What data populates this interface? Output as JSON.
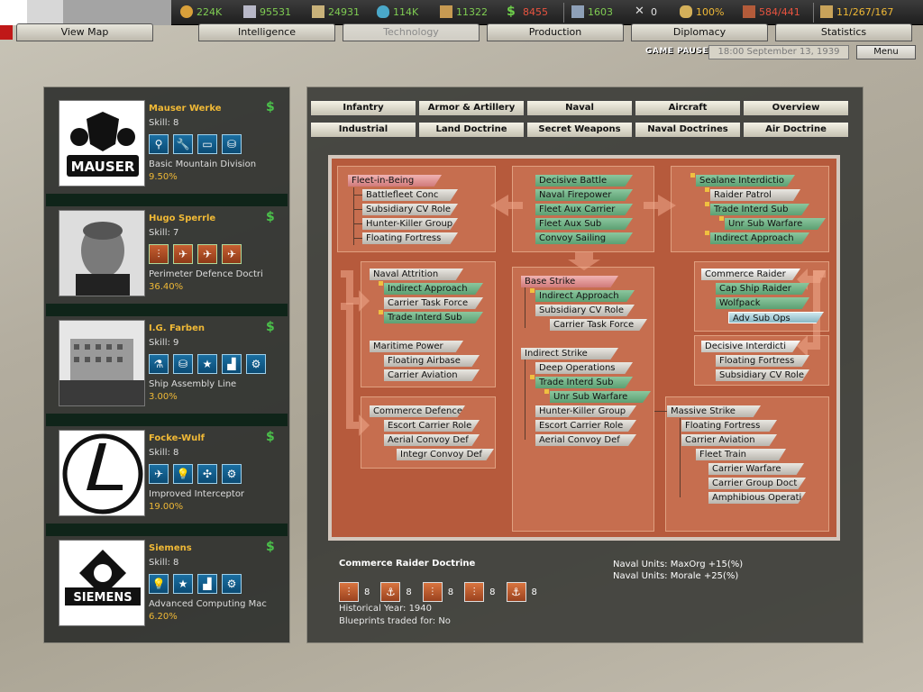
{
  "resources": [
    {
      "icon": "energy-icon",
      "value": "224K",
      "cls": "g"
    },
    {
      "icon": "metal-icon",
      "value": "95531",
      "cls": "g"
    },
    {
      "icon": "rare-materials-icon",
      "value": "24931",
      "cls": "g"
    },
    {
      "icon": "oil-icon",
      "value": "114K",
      "cls": "g"
    },
    {
      "icon": "supplies-icon",
      "value": "11322",
      "cls": "g"
    },
    {
      "icon": "money-icon",
      "value": "8455",
      "cls": "r"
    },
    {
      "icon": "manpower-icon",
      "value": "1603",
      "cls": "g"
    },
    {
      "icon": "transports-icon",
      "value": "0",
      "cls": "w"
    },
    {
      "icon": "dissent-icon",
      "value": "100%",
      "cls": "y"
    },
    {
      "icon": "ic-icon",
      "value": "584/441",
      "cls": "r"
    },
    {
      "icon": "escorts-icon",
      "value": "11/267/167",
      "cls": "y"
    }
  ],
  "main_tabs": [
    "View Map",
    "Intelligence",
    "Technology",
    "Production",
    "Diplomacy",
    "Statistics"
  ],
  "status": {
    "paused": "GAME PAUSED",
    "date": "18:00 September 13, 1939",
    "menu": "Menu"
  },
  "teams": [
    {
      "name": "Mauser Werke",
      "skill": "Skill: 8",
      "project": "Basic Mountain Division",
      "pct": "9.50%",
      "logo": "MAUSER"
    },
    {
      "name": "Hugo Sperrle",
      "skill": "Skill: 7",
      "project": "Perimeter Defence Doctri",
      "pct": "36.40%",
      "logo": ""
    },
    {
      "name": "I.G. Farben",
      "skill": "Skill: 9",
      "project": "Ship Assembly Line",
      "pct": "3.00%",
      "logo": ""
    },
    {
      "name": "Focke-Wulf",
      "skill": "Skill: 8",
      "project": "Improved Interceptor",
      "pct": "19.00%",
      "logo": ""
    },
    {
      "name": "Siemens",
      "skill": "Skill: 8",
      "project": "Advanced Computing Mac",
      "pct": "6.20%",
      "logo": "SIEMENS"
    }
  ],
  "subtabs_row1": [
    "Infantry",
    "Armor & Artillery",
    "Naval",
    "Aircraft",
    "Overview"
  ],
  "subtabs_row2": [
    "Industrial",
    "Land Doctrine",
    "Secret Weapons",
    "Naval Doctrines",
    "Air Doctrine"
  ],
  "tree": {
    "fleet_in_being": [
      "Fleet-in-Being",
      "Battlefleet Conc",
      "Subsidiary CV Role",
      "Hunter-Killer Group",
      "Floating Fortress"
    ],
    "decisive_battle": [
      "Decisive Battle",
      "Naval Firepower",
      "Fleet Aux Carrier",
      "Fleet Aux Sub",
      "Convoy Sailing"
    ],
    "sealane": [
      "Sealane Interdictio",
      "Raider Patrol",
      "Trade Interd Sub",
      "Unr Sub Warfare",
      "Indirect Approach"
    ],
    "naval_attrition": [
      "Naval Attrition",
      "Indirect Approach",
      "Carrier Task Force",
      "Trade Interd Sub"
    ],
    "maritime_power": [
      "Maritime Power",
      "Floating Airbase",
      "Carrier Aviation"
    ],
    "base_strike": [
      "Base Strike",
      "Indirect Approach",
      "Subsidiary CV Role",
      "Carrier Task Force"
    ],
    "commerce_raider": [
      "Commerce Raider",
      "Cap Ship Raider",
      "Wolfpack",
      "Adv Sub Ops"
    ],
    "decisive_interdict": [
      "Decisive Interdicti",
      "Floating Fortress",
      "Subsidiary CV Role"
    ],
    "indirect_strike": [
      "Indirect Strike",
      "Deep Operations",
      "Trade Interd Sub",
      "Unr Sub Warfare",
      "Hunter-Killer Group",
      "Escort Carrier Role",
      "Aerial Convoy Def"
    ],
    "commerce_defence": [
      "Commerce Defence",
      "Escort Carrier Role",
      "Aerial Convoy Def",
      "Integr Convoy Def"
    ],
    "massive_strike": [
      "Massive Strike",
      "Floating Fortress",
      "Carrier Aviation",
      "Fleet Train",
      "Carrier Warfare",
      "Carrier Group Doct",
      "Amphibious Operati"
    ]
  },
  "selected": {
    "title": "Commerce Raider Doctrine",
    "effects": [
      "Naval Units: MaxOrg +15(%)",
      "Naval Units: Morale +25(%)"
    ],
    "requirements": [
      {
        "icon": "naval-doctrine-icon",
        "value": "8"
      },
      {
        "icon": "sextant-icon",
        "value": "8"
      },
      {
        "icon": "naval-doctrine-icon",
        "value": "8"
      },
      {
        "icon": "naval-doctrine-icon",
        "value": "8"
      },
      {
        "icon": "sextant-icon",
        "value": "8"
      }
    ],
    "year": "Historical Year: 1940",
    "blueprints": "Blueprints traded for: No"
  }
}
